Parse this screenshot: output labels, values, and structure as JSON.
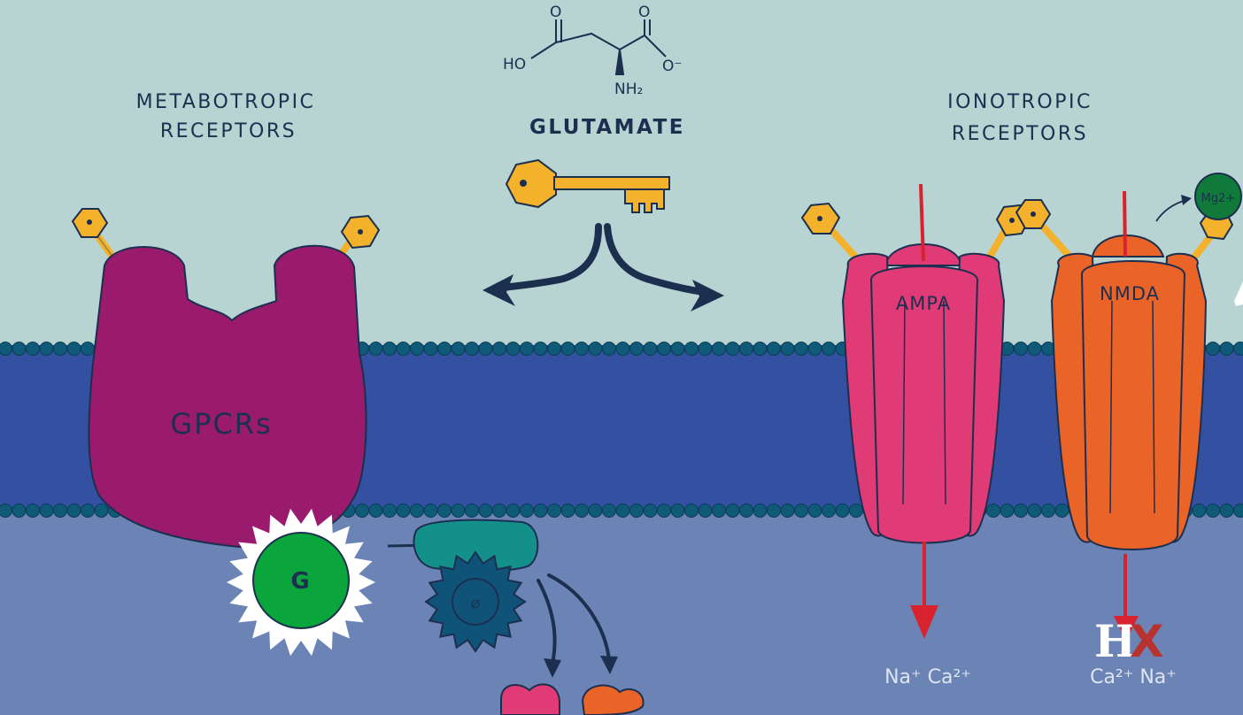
{
  "labels": {
    "metabotropic_line1": "METABOTROPIC",
    "metabotropic_line2": "RECEPTORS",
    "glutamate": "GLUTAMATE",
    "ionotropic_line1": "IONOTROPIC",
    "ionotropic_line2": "RECEPTORS",
    "gpcr": "GPCRs",
    "g_protein": "G",
    "ampa": "AMPA",
    "nmda": "NMDA",
    "mg_ion": "Mg2+",
    "effector_symbol": "⌀"
  },
  "molecule": {
    "ho": "HO",
    "o_minus": "O⁻",
    "nh2": "NH₂",
    "o": "O"
  },
  "ions": {
    "ampa": "Na⁺  Ca²⁺",
    "nmda": "Ca²⁺  Na⁺"
  },
  "logo": {
    "h": "H",
    "x": "X"
  },
  "colors": {
    "extracellular": "#b7d3d2",
    "membrane": "#3450a0",
    "membrane_heads": "#0e5a78",
    "intracellular": "#6b84b5",
    "gpcr": "#9a1a6e",
    "ampa": "#e03a77",
    "nmda": "#ea6428",
    "glutamate_key": "#f4b22c",
    "g_protein": "#0aa63b",
    "effector": "#14908a",
    "gear": "#0f5378",
    "ion_arrow": "#d8232e",
    "ink": "#1d2f4f"
  }
}
